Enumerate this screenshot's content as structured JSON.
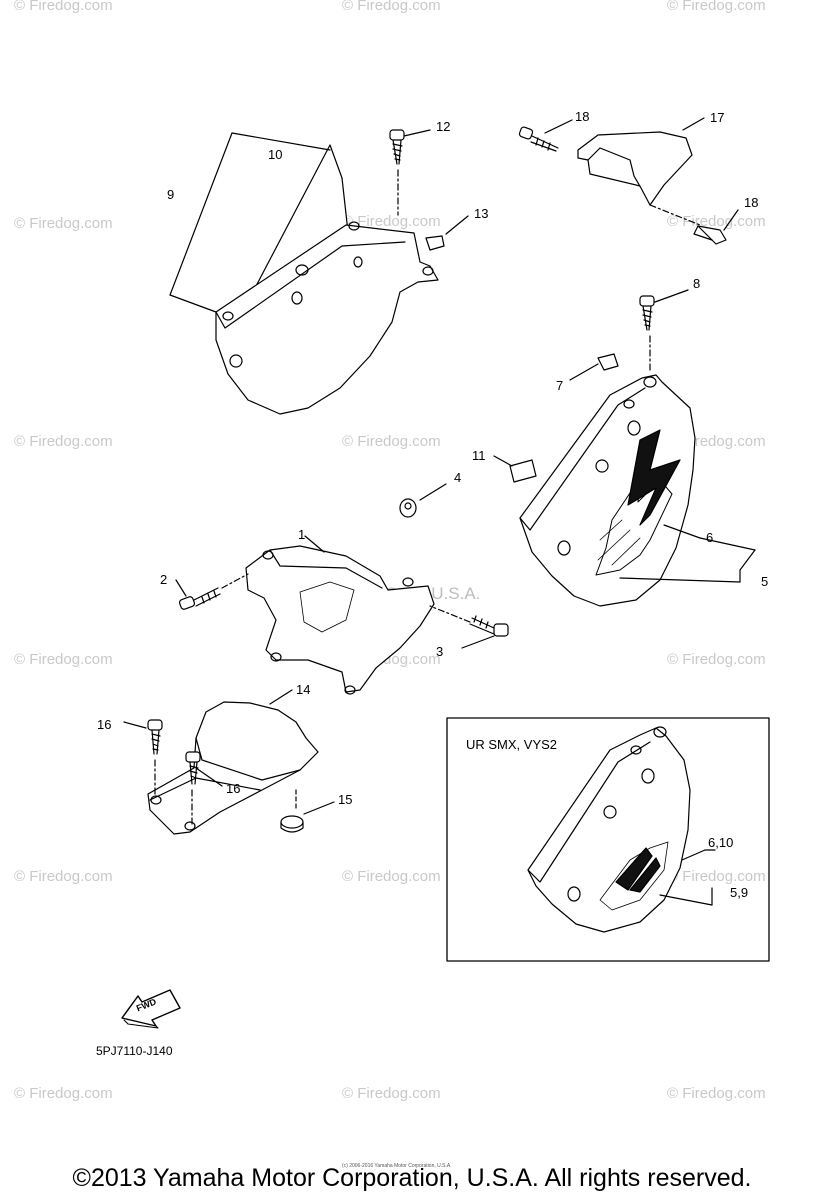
{
  "watermark": "© Firedog.com",
  "brand_watermark": "Yamaha Motor Corp, U.S.A.",
  "labels": {
    "p1": "1",
    "p2": "2",
    "p3": "3",
    "p4": "4",
    "p5": "5",
    "p6": "6",
    "p7": "7",
    "p8": "8",
    "p9": "9",
    "p10": "10",
    "p11": "11",
    "p12": "12",
    "p13": "13",
    "p14": "14",
    "p15": "15",
    "p16a": "16",
    "p16b": "16",
    "p17": "17",
    "p18a": "18",
    "p18b": "18",
    "inset_610": "6,10",
    "inset_59": "5,9"
  },
  "inset_title": "UR SMX, VYS2",
  "fwd_label": "FWD",
  "diagram_code": "5PJ7110-J140",
  "small_note": "(c) 2006-2016 Yamaha Motor Corporation, U.S.A.",
  "copyright": "©2013 Yamaha Motor Corporation, U.S.A. All rights reserved.",
  "colors": {
    "line": "#000000",
    "watermark": "#c9c9c9",
    "background": "#ffffff"
  }
}
